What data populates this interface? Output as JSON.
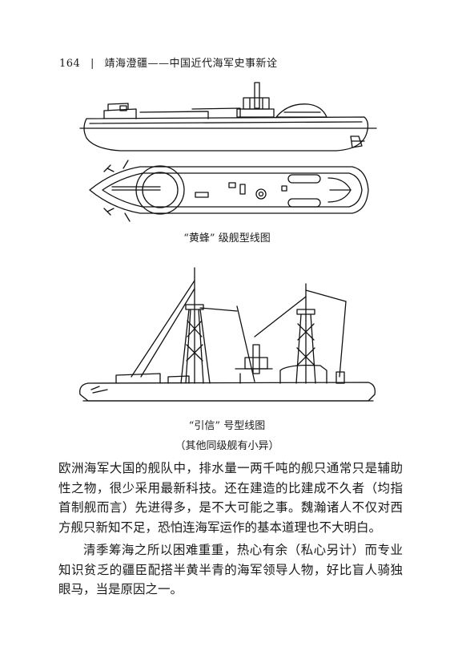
{
  "header": {
    "page_number": "164",
    "separator": "|",
    "book_title": "靖海澄疆——中国近代海军史事新诠"
  },
  "figures": [
    {
      "caption": "“黄蜂” 级舰型线图"
    },
    {
      "caption": "“引信” 号型线图",
      "subcaption": "（其他同级舰有小异）"
    }
  ],
  "paragraphs": [
    "欧洲海军大国的舰队中，排水量一两千吨的舰只通常只是辅助性之物，很少采用最新科技。还在建造的比建成不久者（均指首制舰而言）先进得多，是不大可能之事。魏瀚诸人不仅对西方舰只新知不足，恐怕连海军运作的基本道理也不大明白。",
    "清季筹海之所以困难重重，热心有余（私心另计）而专业知识贫乏的疆臣配搭半黄半青的海军领导人物，好比盲人骑独眼马，当是原因之一。"
  ]
}
